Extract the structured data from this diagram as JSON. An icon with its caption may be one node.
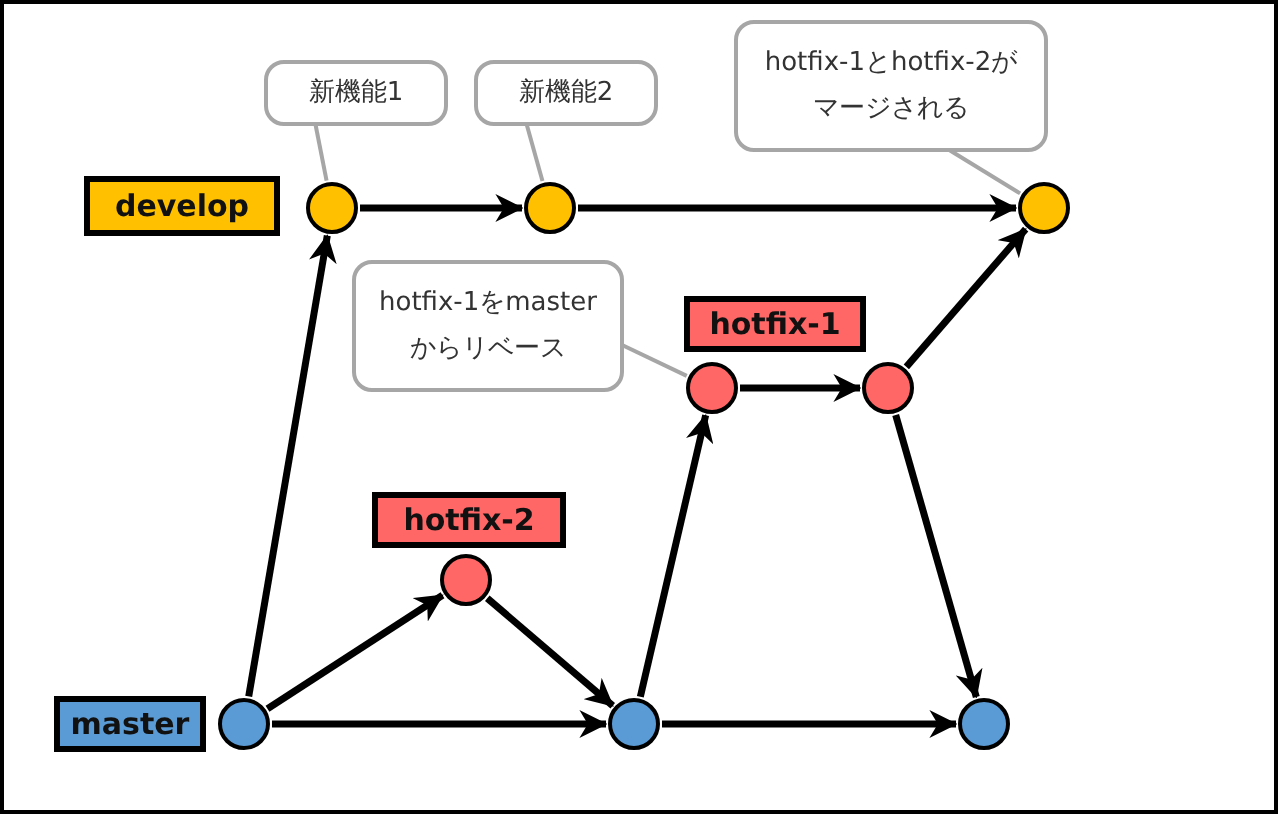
{
  "diagram": {
    "nodes": [
      {
        "text": [
          "develop"
        ]
      },
      {
        "text": [
          "新機能1"
        ]
      },
      {
        "text": [
          "新機能2"
        ]
      },
      {
        "text": [
          "hotfix-1とhotfix-2がマージされる"
        ]
      },
      {
        "text": [],
        "shape": "circle"
      },
      {
        "text": [],
        "shape": "circle"
      },
      {
        "text": [],
        "shape": "circle"
      },
      {
        "text": [
          "hotfix-1をmasterからリベース"
        ]
      },
      {
        "text": [
          "hotfix-1"
        ]
      },
      {
        "text": [],
        "shape": "circle"
      },
      {
        "text": [],
        "shape": "circle"
      },
      {
        "text": [
          "hotfix-2"
        ]
      },
      {
        "text": [],
        "shape": "circle"
      },
      {
        "text": [
          "master"
        ]
      },
      {
        "text": [],
        "shape": "circle"
      },
      {
        "text": [],
        "shape": "circle"
      },
      {
        "text": [],
        "shape": "circle"
      }
    ],
    "edges": [
      {
        "from": 14,
        "to": 4,
        "arrow": "to"
      },
      {
        "from": 4,
        "to": 5,
        "arrow": "to"
      },
      {
        "from": 5,
        "to": 6,
        "arrow": "to"
      },
      {
        "from": 14,
        "to": 12,
        "arrow": "to"
      },
      {
        "from": 12,
        "to": 15,
        "arrow": "to"
      },
      {
        "from": 14,
        "to": 15,
        "arrow": "to"
      },
      {
        "from": 15,
        "to": 9,
        "arrow": "to"
      },
      {
        "from": 9,
        "to": 10,
        "arrow": "to"
      },
      {
        "from": 10,
        "to": 6,
        "arrow": "to"
      },
      {
        "from": 10,
        "to": 16,
        "arrow": "to"
      },
      {
        "from": 15,
        "to": 16,
        "arrow": "to"
      },
      {
        "from": 4,
        "to": 1,
        "arrow": "none",
        "color": "#a6a6a6"
      },
      {
        "from": 5,
        "to": 2,
        "arrow": "none",
        "color": "#a6a6a6"
      },
      {
        "from": 6,
        "to": 3,
        "arrow": "none",
        "color": "#a6a6a6"
      },
      {
        "from": 9,
        "to": 7,
        "arrow": "none",
        "color": "#a6a6a6"
      }
    ]
  }
}
